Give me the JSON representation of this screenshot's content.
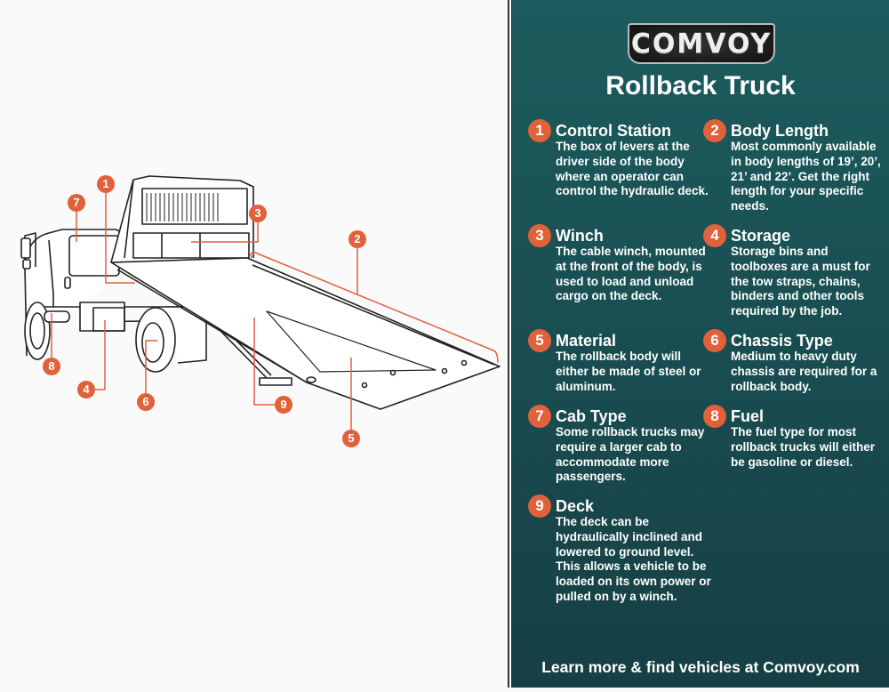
{
  "brand": {
    "logo_text": "COMVOY",
    "accent": "#e0613a",
    "panel_color": "#1c5c5e"
  },
  "title": "Rollback Truck",
  "items": [
    {
      "num": "1",
      "title": "Control Station",
      "desc": "The box of levers at the driver side of the body where an operator can control the hydraulic deck."
    },
    {
      "num": "2",
      "title": "Body Length",
      "desc": "Most commonly available in body lengths of 19’, 20’, 21’ and 22’. Get the right length for your specific needs."
    },
    {
      "num": "3",
      "title": "Winch",
      "desc": "The cable winch, mounted at the front of the body, is used to load and unload cargo on the deck."
    },
    {
      "num": "4",
      "title": "Storage",
      "desc": "Storage bins and toolboxes are a must for the tow straps, chains, binders and other tools required by the job."
    },
    {
      "num": "5",
      "title": "Material",
      "desc": "The rollback body will either be made of steel or aluminum."
    },
    {
      "num": "6",
      "title": "Chassis Type",
      "desc": "Medium to heavy duty chassis are required for a rollback body."
    },
    {
      "num": "7",
      "title": "Cab Type",
      "desc": "Some rollback trucks may require a larger cab to accommodate more passengers."
    },
    {
      "num": "8",
      "title": "Fuel",
      "desc": "The fuel type for most rollback trucks will either be gasoline or diesel."
    },
    {
      "num": "9",
      "title": "Deck",
      "desc": "The deck can be hydraulically inclined and lowered to ground level. This allows a vehicle to be loaded on its own power or pulled on by a winch."
    }
  ],
  "footer": "Learn more & find vehicles at Comvoy.com"
}
